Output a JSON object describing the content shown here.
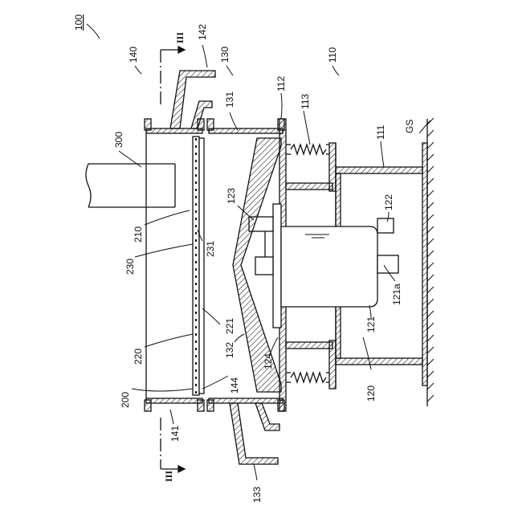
{
  "labels": {
    "device": "100",
    "unit_140": "140",
    "unit_130": "130",
    "unit_110": "110",
    "part_142": "142",
    "part_131": "131",
    "part_112": "112",
    "part_113": "113",
    "part_111": "111",
    "ground": "GS",
    "part_300": "300",
    "part_123": "123",
    "part_122": "122",
    "part_210": "210",
    "part_231": "231",
    "part_230": "230",
    "part_121a": "121a",
    "part_221": "221",
    "part_121": "121",
    "part_220": "220",
    "part_132": "132",
    "part_124": "124",
    "part_144": "144",
    "part_200": "200",
    "part_120": "120",
    "part_141": "141",
    "part_133": "133",
    "section_mark": "III"
  },
  "colors": {
    "line": "#111111",
    "hatch": "#222222",
    "background": "#ffffff"
  }
}
